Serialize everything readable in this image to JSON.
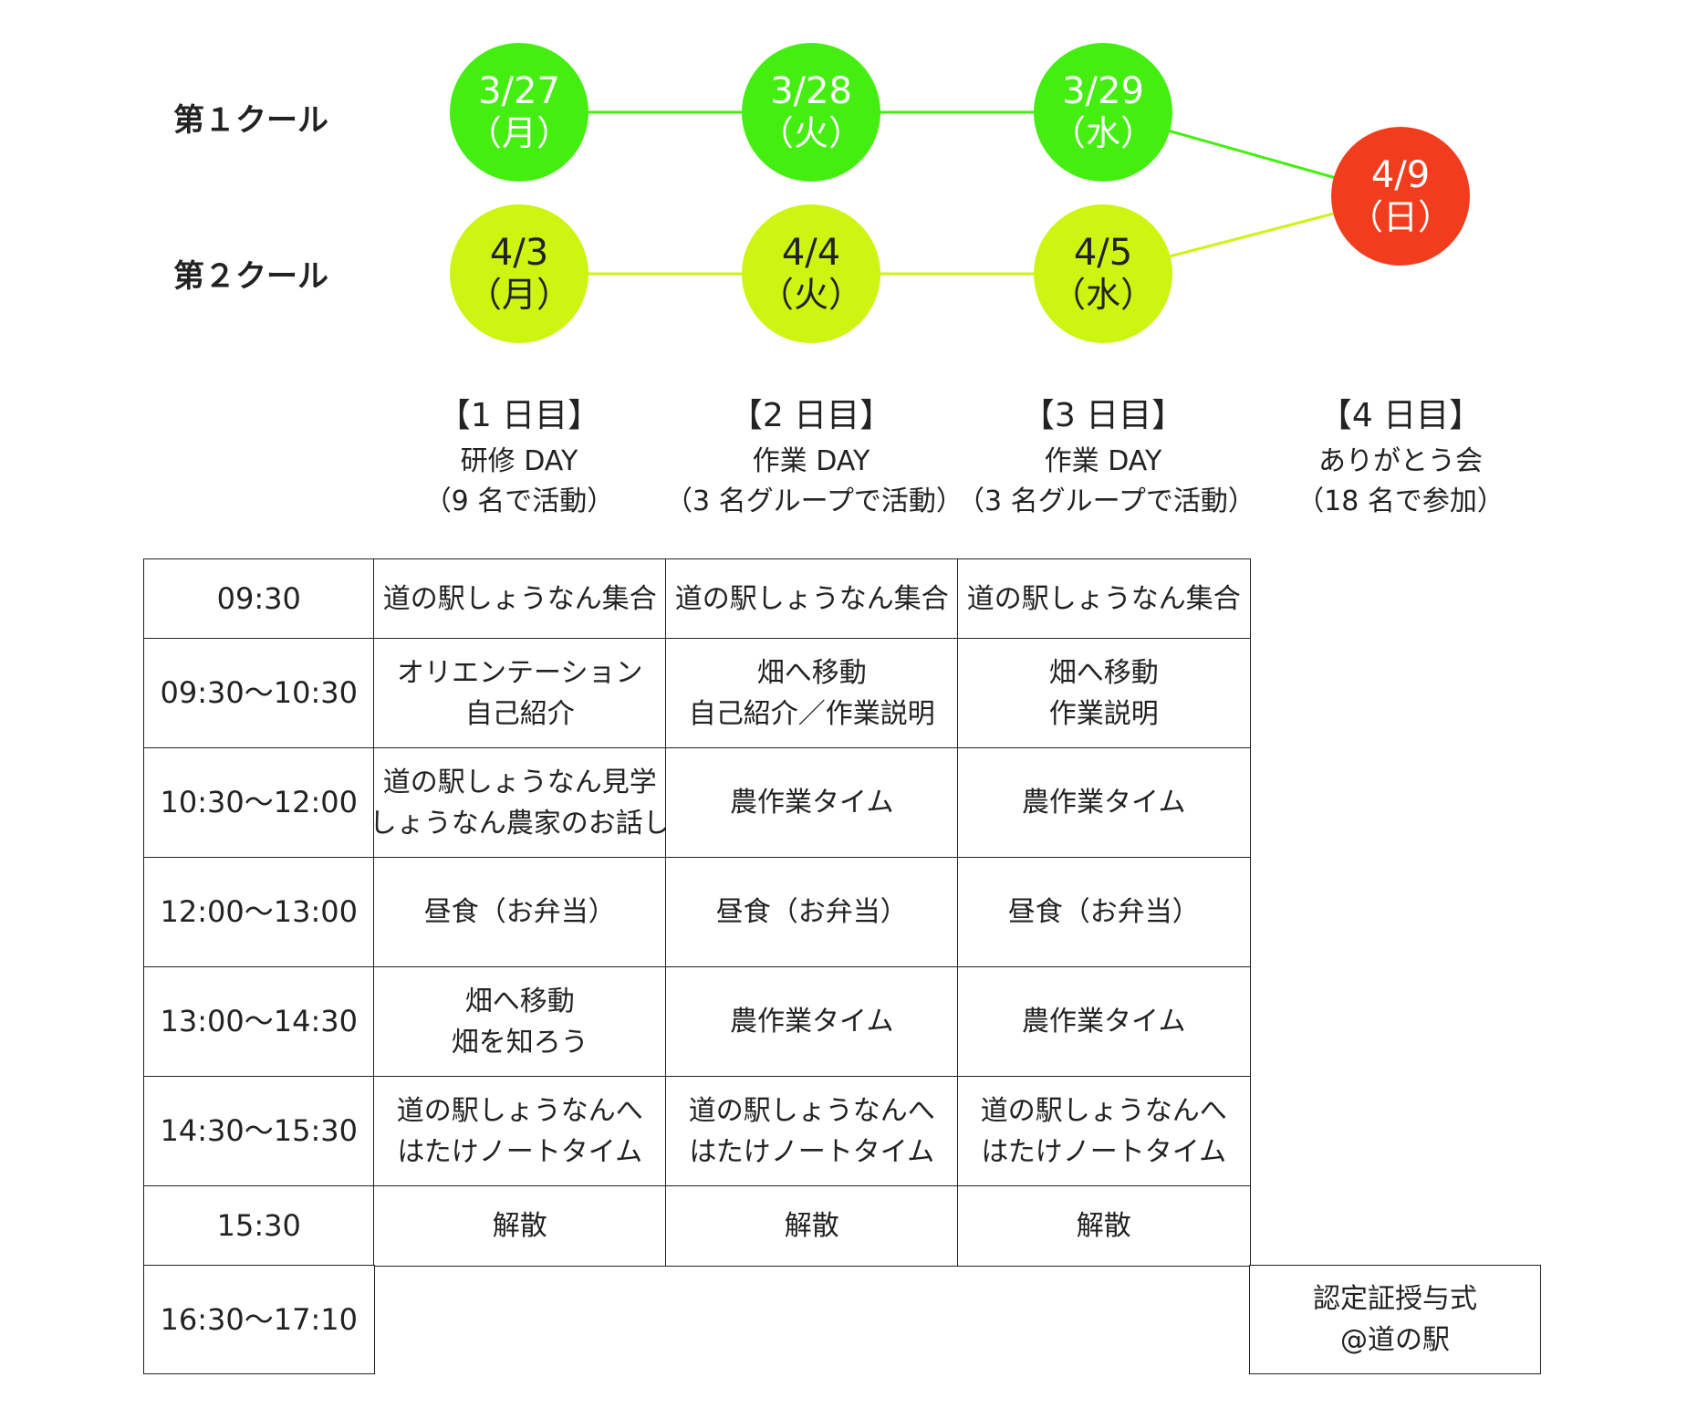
{
  "colors": {
    "cool1": "#44ee11",
    "cool2": "#ccf511",
    "final": "#f23c1e"
  },
  "cool_labels": [
    "第１クール",
    "第２クール"
  ],
  "cool1_dates": [
    {
      "date": "3/27",
      "dow": "（月）"
    },
    {
      "date": "3/28",
      "dow": "（火）"
    },
    {
      "date": "3/29",
      "dow": "（水）"
    }
  ],
  "cool2_dates": [
    {
      "date": "4/3",
      "dow": "（月）"
    },
    {
      "date": "4/4",
      "dow": "（火）"
    },
    {
      "date": "4/5",
      "dow": "（水）"
    }
  ],
  "final_date": {
    "date": "4/9",
    "dow": "（日）"
  },
  "day_headers": [
    {
      "title": "【1 日目】",
      "activity": "研修 DAY",
      "participants": "（9 名で活動）"
    },
    {
      "title": "【2 日目】",
      "activity": "作業 DAY",
      "participants": "（3 名グループで活動）"
    },
    {
      "title": "【3 日目】",
      "activity": "作業 DAY",
      "participants": "（3 名グループで活動）"
    },
    {
      "title": "【4 日目】",
      "activity": "ありがとう会",
      "participants": "（18 名で参加）"
    }
  ],
  "schedule": {
    "rows": [
      {
        "time": "09:30",
        "cells": [
          [
            "道の駅しょうなん集合"
          ],
          [
            "道の駅しょうなん集合"
          ],
          [
            "道の駅しょうなん集合"
          ]
        ]
      },
      {
        "time": "09:30～10:30",
        "cells": [
          [
            "オリエンテーション",
            "自己紹介"
          ],
          [
            "畑へ移動",
            "自己紹介／作業説明"
          ],
          [
            "畑へ移動",
            "作業説明"
          ]
        ]
      },
      {
        "time": "10:30～12:00",
        "cells": [
          [
            "道の駅しょうなん見学",
            "しょうなん農家のお話し"
          ],
          [
            "農作業タイム"
          ],
          [
            "農作業タイム"
          ]
        ]
      },
      {
        "time": "12:00～13:00",
        "cells": [
          [
            "昼食（お弁当）"
          ],
          [
            "昼食（お弁当）"
          ],
          [
            "昼食（お弁当）"
          ]
        ]
      },
      {
        "time": "13:00～14:30",
        "cells": [
          [
            "畑へ移動",
            "畑を知ろう"
          ],
          [
            "農作業タイム"
          ],
          [
            "農作業タイム"
          ]
        ]
      },
      {
        "time": "14:30～15:30",
        "cells": [
          [
            "道の駅しょうなんへ",
            "はたけノートタイム"
          ],
          [
            "道の駅しょうなんへ",
            "はたけノートタイム"
          ],
          [
            "道の駅しょうなんへ",
            "はたけノートタイム"
          ]
        ]
      },
      {
        "time": "15:30",
        "cells": [
          [
            "解散"
          ],
          [
            "解散"
          ],
          [
            "解散"
          ]
        ]
      }
    ],
    "final_row": {
      "time": "16:30～17:10",
      "cell": [
        "認定証授与式",
        "@道の駅"
      ]
    }
  }
}
